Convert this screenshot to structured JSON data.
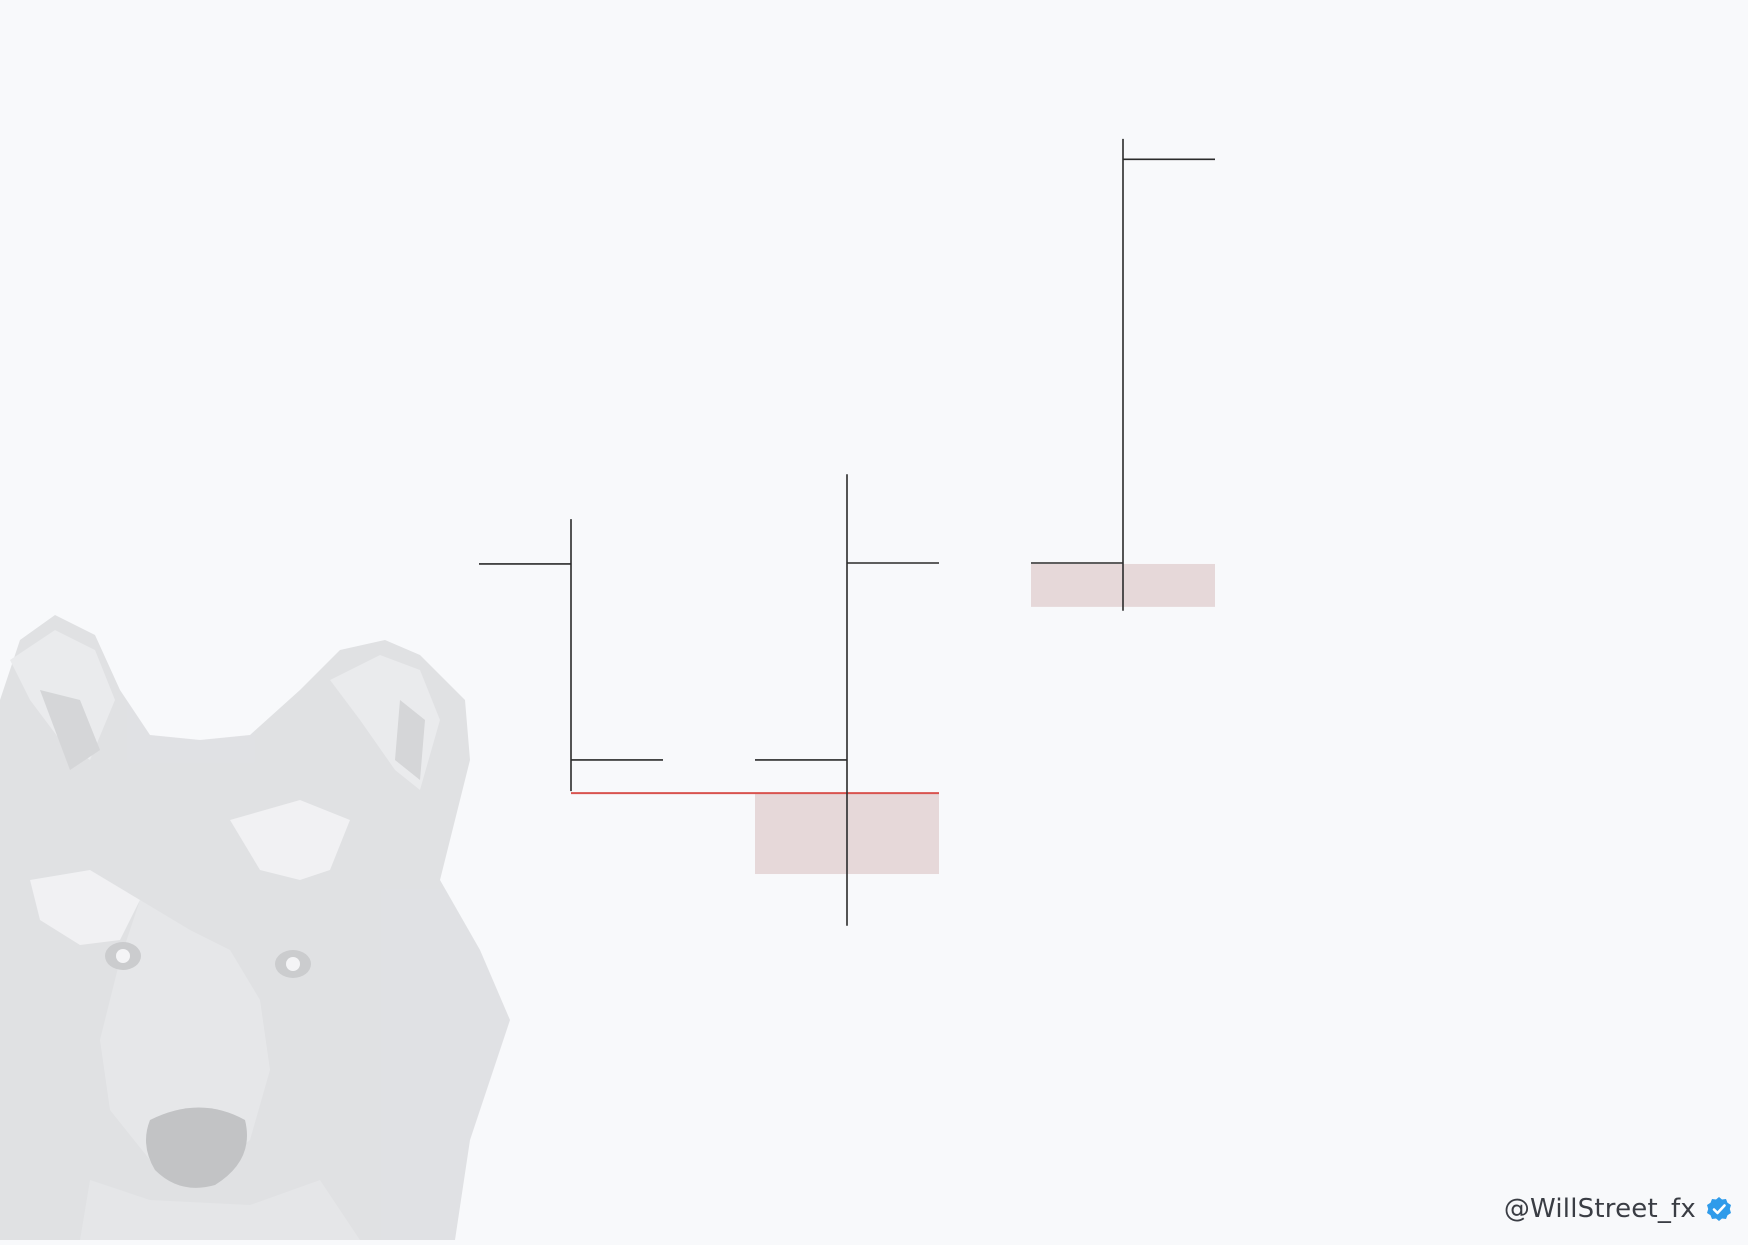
{
  "handle": {
    "text": "@WillStreet_fx",
    "verified_icon": "verified-badge-icon",
    "badge_color": "#2f9bea"
  },
  "watermark": {
    "icon": "wolf-head-icon",
    "color": "#d6d7d9"
  },
  "colors": {
    "background": "#f8f9fb",
    "bar": "#2b2b2b",
    "zone_fill": "#e6d8d9",
    "level_line": "#d9534f"
  },
  "chart_data": {
    "type": "ohlc",
    "title": "",
    "xlabel": "",
    "ylabel": "",
    "grid": false,
    "ylim": [
      0,
      100
    ],
    "bars": [
      {
        "open": 55.9,
        "high": 60.5,
        "low": 32.6,
        "close": 35.8
      },
      {
        "open": 35.8,
        "high": 65.1,
        "low": 18.8,
        "close": 56.0
      },
      {
        "open": 56.0,
        "high": 99.5,
        "low": 51.1,
        "close": 97.4
      }
    ],
    "zones": [
      {
        "label": "",
        "from_bar": 1,
        "to_bar": 1,
        "top": 32.4,
        "bottom": 24.1
      },
      {
        "label": "",
        "from_bar": 2,
        "to_bar": 2,
        "top": 55.9,
        "bottom": 51.5
      }
    ],
    "levels": [
      {
        "label": "",
        "value": 32.4,
        "from_bar": 0,
        "to_bar": 1
      }
    ]
  }
}
